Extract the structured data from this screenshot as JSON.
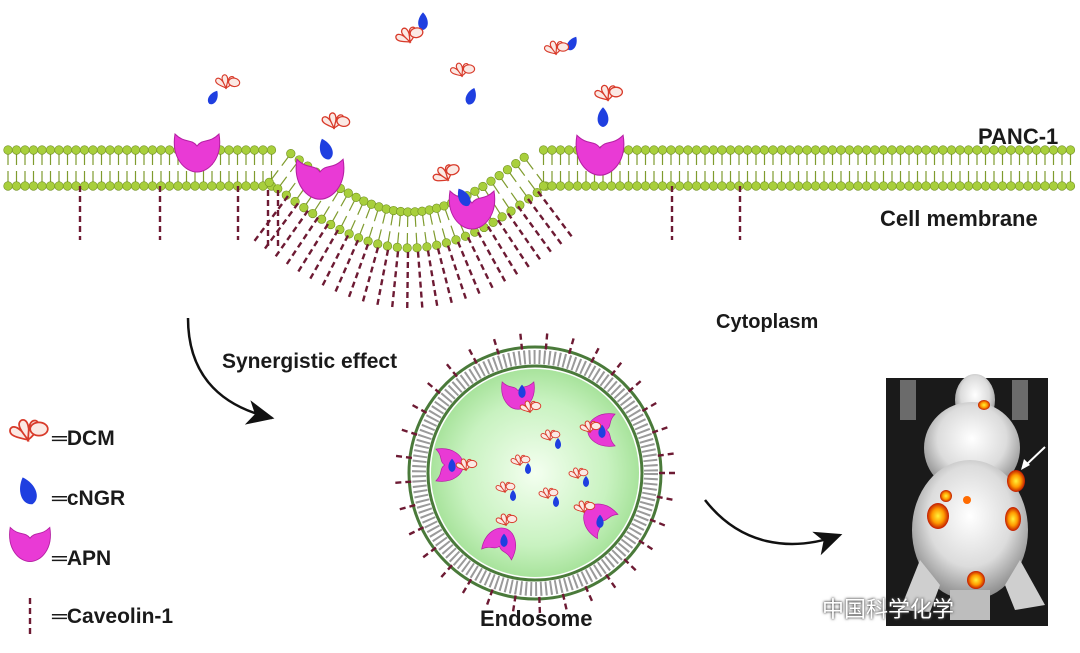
{
  "labels": {
    "cell_line": "PANC-1",
    "cell_membrane": "Cell membrane",
    "cytoplasm": "Cytoplasm",
    "synergistic_effect": "Synergistic effect",
    "endosome": "Endosome"
  },
  "legend": [
    {
      "icon": "dcm-icon",
      "text": "═DCM"
    },
    {
      "icon": "cngr-icon",
      "text": "═cNGR"
    },
    {
      "icon": "apn-icon",
      "text": "═APN"
    },
    {
      "icon": "caveolin-icon",
      "text": "═Caveolin-1"
    }
  ],
  "watermark": "中国科学化学",
  "colors": {
    "lipid_head": "#a8cf3c",
    "lipid_tail": "#7f9b2e",
    "apn": "#e93ad5",
    "cngr": "#1f3fe0",
    "dcm": "#d83a2a",
    "caveolin": "#6d1a33",
    "endosome_fill": "#c8f2c0",
    "arrow": "#111111"
  }
}
